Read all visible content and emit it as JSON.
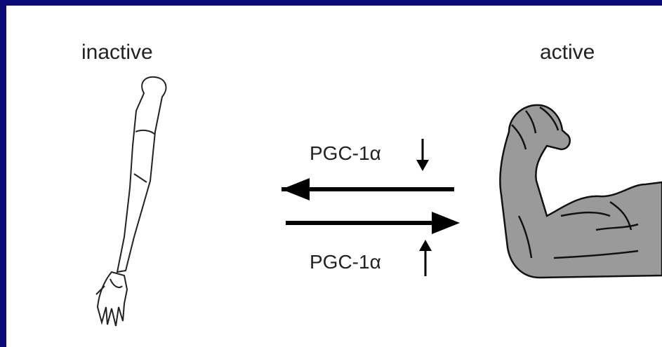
{
  "labels": {
    "inactive": "inactive",
    "active": "active"
  },
  "arrows": {
    "top_label": "PGC-1α",
    "top_direction": "down",
    "bottom_label": "PGC-1α",
    "bottom_direction": "up"
  },
  "colors": {
    "border": "#0a0a78",
    "ink": "#111111",
    "arm_fill": "#9a9a9a"
  }
}
